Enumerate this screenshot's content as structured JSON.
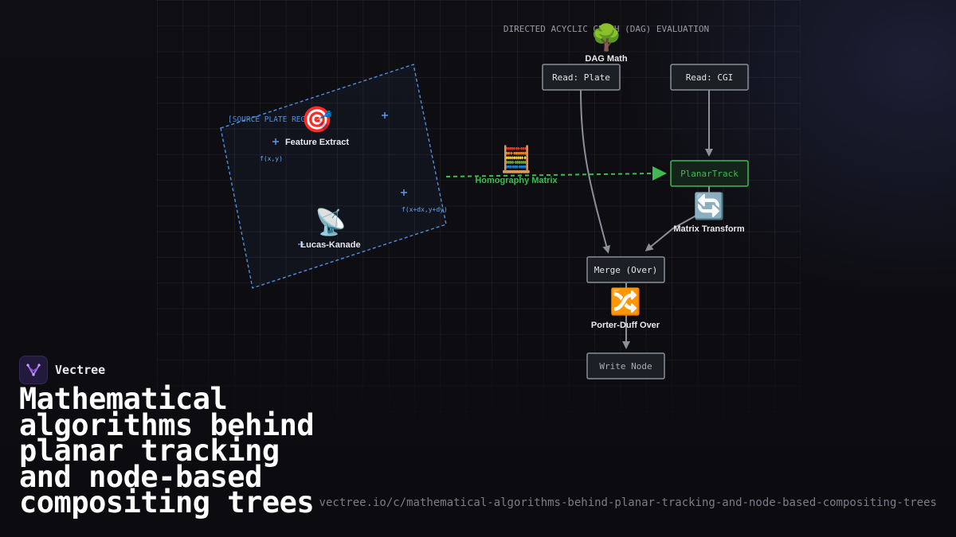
{
  "diagram": {
    "header": "DIRECTED ACYCLIC GRAPH (DAG) EVALUATION",
    "source_region_label": "[SOURCE PLATE REGION]",
    "formula_1": "f(x,y)",
    "formula_2": "f(x+dx,y+dy)",
    "nodes": {
      "read_plate": "Read: Plate",
      "read_cgi": "Read: CGI",
      "planar_track": "PlanarTrack",
      "merge": "Merge (Over)",
      "write": "Write Node"
    },
    "concepts": [
      {
        "label": "DAG Math",
        "icon": "🌳"
      },
      {
        "label": "Feature Extract",
        "icon": "🎯"
      },
      {
        "label": "Lucas-Kanade",
        "icon": "📡"
      },
      {
        "label": "Homography Matrix",
        "icon": "🧮"
      },
      {
        "label": "Matrix Transform",
        "icon": "🔄"
      },
      {
        "label": "Porter-Duff Over",
        "icon": "🔀"
      }
    ],
    "colors": {
      "accent_green": "#3fba50",
      "accent_blue": "#4d8fe0",
      "node_border": "#8a8f98",
      "node_fill": "#1c1f24"
    }
  },
  "brand": {
    "name": "Vectree",
    "title": "Mathematical\nalgorithms behind\nplanar tracking\nand node-based\ncompositing trees",
    "url": "vectree.io/c/mathematical-algorithms-behind-planar-tracking-and-node-based-compositing-trees"
  }
}
